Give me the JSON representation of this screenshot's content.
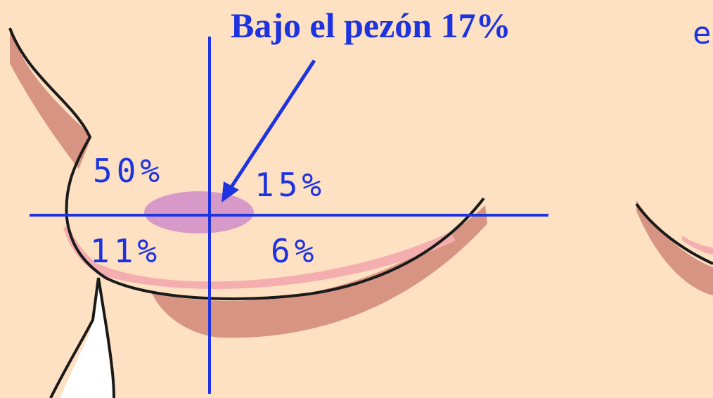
{
  "title": "Bajo el pezón 17%",
  "clipped_label": "e",
  "quadrants": {
    "upper_outer": "50%",
    "upper_inner": "15%",
    "lower_outer": "11%",
    "lower_inner": "6%"
  },
  "colors": {
    "background": "#FEE1C2",
    "accent_blue": "#1E33E0",
    "skin_shadow": "#D89482",
    "fold_pink": "#F5AEB0",
    "areola": "#D79AC8",
    "outline": "#1A1A1A"
  }
}
